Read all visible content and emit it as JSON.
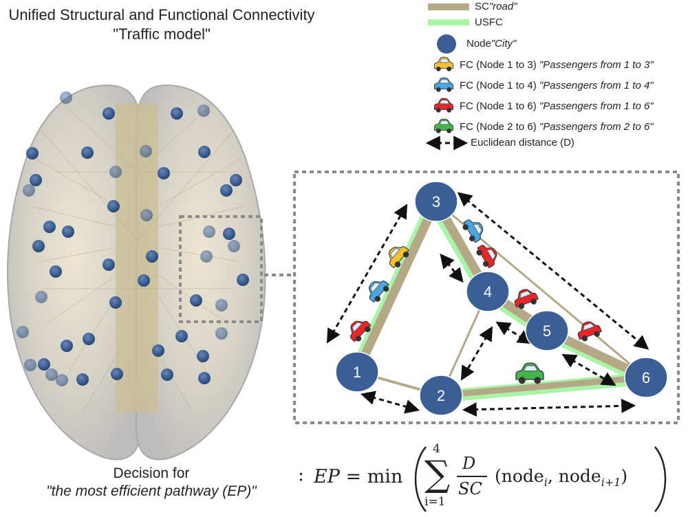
{
  "title": {
    "line1": "Unified Structural and Functional Connectivity",
    "line2": "\"Traffic model\""
  },
  "legend": {
    "sc": {
      "label": "SC",
      "italic": "\"road\"",
      "color": "#b5a887"
    },
    "usfc": {
      "label": "USFC",
      "color": "#a8f5a8"
    },
    "node": {
      "label": "Node",
      "italic": "\"City\"",
      "color": "#3a5f95"
    },
    "fc": [
      {
        "label": "FC (Node 1 to 3)",
        "italic": "\"Passengers from 1 to 3\"",
        "color": "#f2c230"
      },
      {
        "label": "FC (Node 1 to 4)",
        "italic": "\"Passengers from 1 to 4\"",
        "color": "#4aa6de"
      },
      {
        "label": "FC (Node 1 to 6)",
        "italic": "\"Passengers from 1 to 6\"",
        "color": "#e8262a"
      },
      {
        "label": "FC (Node 2 to 6)",
        "italic": "\"Passengers from 2 to 6\"",
        "color": "#43b54a"
      }
    ],
    "distance": {
      "label": "Euclidean distance",
      "suffix": "(D)"
    }
  },
  "nodes": [
    "1",
    "2",
    "3",
    "4",
    "5",
    "6"
  ],
  "decision": {
    "line1": "Decision for",
    "line2": "\"the most efficient pathway (EP)\"",
    "colon": ":"
  },
  "formula": {
    "lhs": "EP",
    "equals": "=",
    "min": "min",
    "sum_upper": "4",
    "sum_lower": "i=1",
    "numerator": "D",
    "denominator": "SC",
    "arg_open": "(node",
    "sub_i": "i",
    "comma": ", node",
    "sub_i1": "i+1",
    "arg_close": ")"
  }
}
